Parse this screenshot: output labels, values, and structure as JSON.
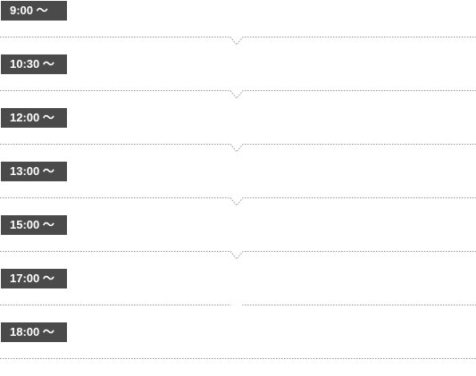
{
  "schedule": {
    "slots": [
      {
        "time": "9:00 〜"
      },
      {
        "time": "10:30 〜"
      },
      {
        "time": "12:00 〜"
      },
      {
        "time": "13:00 〜"
      },
      {
        "time": "15:00 〜"
      },
      {
        "time": "17:00 〜"
      },
      {
        "time": "18:00 〜"
      }
    ]
  },
  "colors": {
    "badge_background": "#4a4a4a",
    "badge_text": "#ffffff",
    "divider": "#999999"
  },
  "icons": {
    "divider_marker": "chevron-down-notch-icon"
  }
}
